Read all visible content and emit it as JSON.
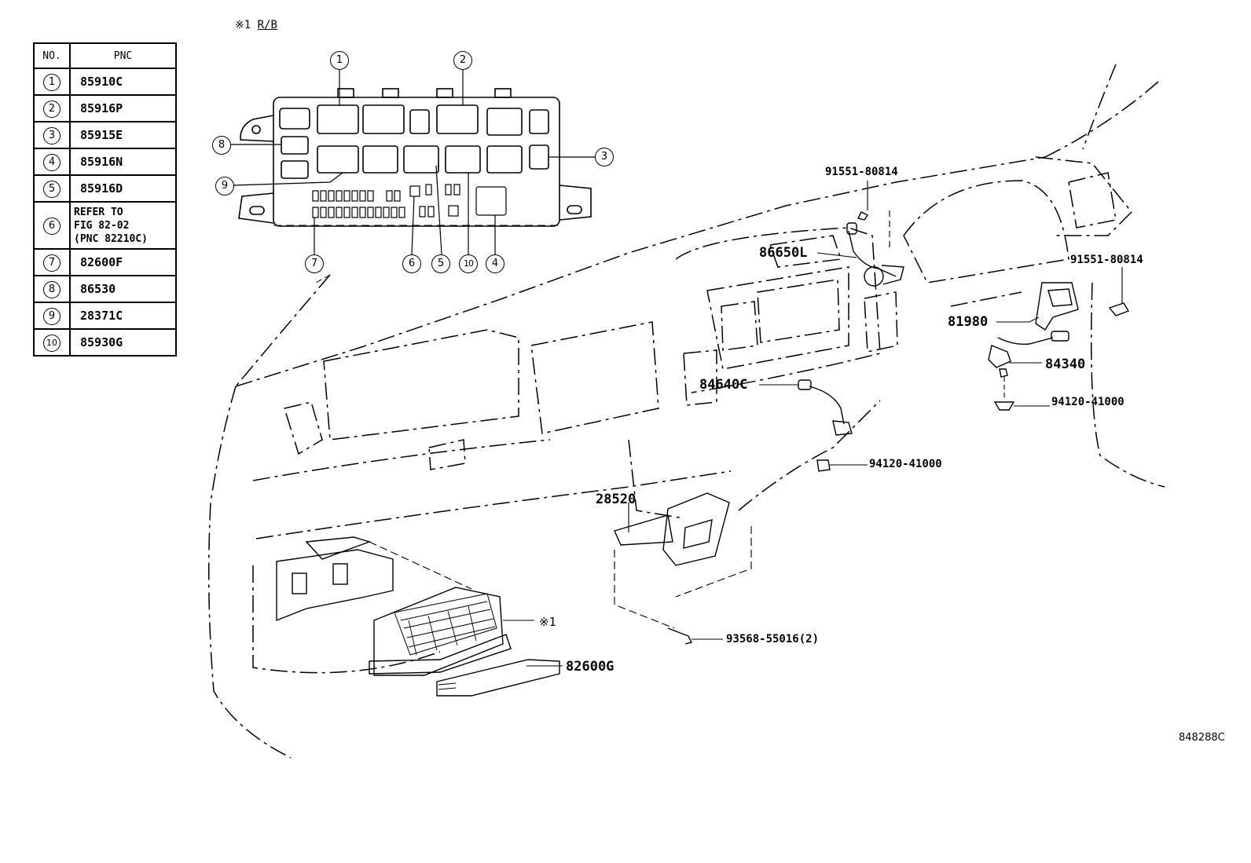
{
  "header_note": {
    "mark": "※1",
    "text": "R/B"
  },
  "table": {
    "headers": {
      "no": "NO.",
      "pnc": "PNC"
    },
    "rows": [
      {
        "no": "1",
        "pnc": "85910C"
      },
      {
        "no": "2",
        "pnc": "85916P"
      },
      {
        "no": "3",
        "pnc": "85915E"
      },
      {
        "no": "4",
        "pnc": "85916N"
      },
      {
        "no": "5",
        "pnc": "85916D"
      },
      {
        "no": "6",
        "pnc": "REFER TO\nFIG 82-02\n(PNC 82210C)"
      },
      {
        "no": "7",
        "pnc": "82600F"
      },
      {
        "no": "8",
        "pnc": "86530"
      },
      {
        "no": "9",
        "pnc": "28371C"
      },
      {
        "no": "10",
        "pnc": "85930G"
      }
    ]
  },
  "relay_block_callouts": [
    "1",
    "2",
    "3",
    "4",
    "5",
    "6",
    "7",
    "8",
    "9",
    "10"
  ],
  "part_labels": {
    "p91551_a": "91551-80814",
    "p86650L": "86650L",
    "p91551_b": "91551-80814",
    "p81980": "81980",
    "p84340": "84340",
    "p94120_a": "94120-41000",
    "p84640C": "84640C",
    "p94120_b": "94120-41000",
    "p28520": "28520",
    "p93568": "93568-55016(2)",
    "p82600G": "82600G",
    "mark1": "※1"
  },
  "figure_id": "848288C"
}
